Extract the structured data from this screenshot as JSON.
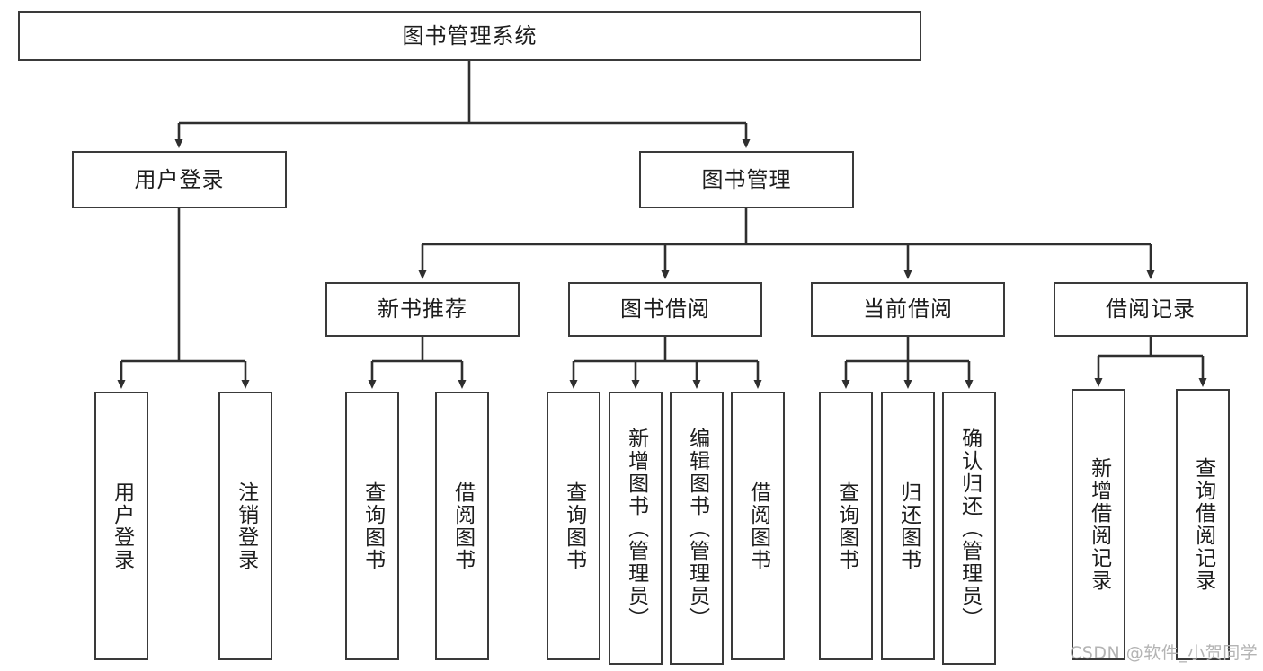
{
  "diagram": {
    "type": "tree-hierarchy",
    "title": "图书管理系统",
    "colors": {
      "box_border": "#3a3a3a",
      "box_fill": "#ffffff",
      "edge": "#2f2f2f",
      "text": "#1d1d1d",
      "watermark": "#b4b4b4"
    },
    "nodes": {
      "root": {
        "label": "图书管理系统",
        "orientation": "horizontal"
      },
      "level2": [
        {
          "id": "user-login",
          "label": "用户登录",
          "orientation": "horizontal"
        },
        {
          "id": "book-manage",
          "label": "图书管理",
          "orientation": "horizontal"
        }
      ],
      "level3": [
        {
          "id": "new-book-recommend",
          "label": "新书推荐",
          "orientation": "horizontal"
        },
        {
          "id": "book-borrow",
          "label": "图书借阅",
          "orientation": "horizontal"
        },
        {
          "id": "current-borrow",
          "label": "当前借阅",
          "orientation": "horizontal"
        },
        {
          "id": "borrow-record",
          "label": "借阅记录",
          "orientation": "horizontal"
        }
      ],
      "leaves": [
        {
          "id": "leaf-user-login",
          "label": "用户登录",
          "parent": "user-login",
          "orientation": "vertical"
        },
        {
          "id": "leaf-logout",
          "label": "注销登录",
          "parent": "user-login",
          "orientation": "vertical"
        },
        {
          "id": "leaf-query-book-1",
          "label": "查询图书",
          "parent": "new-book-recommend",
          "orientation": "vertical"
        },
        {
          "id": "leaf-borrow-book-1",
          "label": "借阅图书",
          "parent": "new-book-recommend",
          "orientation": "vertical"
        },
        {
          "id": "leaf-query-book-2",
          "label": "查询图书",
          "parent": "book-borrow",
          "orientation": "vertical"
        },
        {
          "id": "leaf-add-book",
          "label": "新增图书（管理员）",
          "parent": "book-borrow",
          "orientation": "vertical"
        },
        {
          "id": "leaf-edit-book",
          "label": "编辑图书（管理员）",
          "parent": "book-borrow",
          "orientation": "vertical"
        },
        {
          "id": "leaf-borrow-book-2",
          "label": "借阅图书",
          "parent": "book-borrow",
          "orientation": "vertical"
        },
        {
          "id": "leaf-query-book-3",
          "label": "查询图书",
          "parent": "current-borrow",
          "orientation": "vertical"
        },
        {
          "id": "leaf-return-book",
          "label": "归还图书",
          "parent": "current-borrow",
          "orientation": "vertical"
        },
        {
          "id": "leaf-confirm-return",
          "label": "确认归还（管理员）",
          "parent": "current-borrow",
          "orientation": "vertical"
        },
        {
          "id": "leaf-add-record",
          "label": "新增借阅记录",
          "parent": "borrow-record",
          "orientation": "vertical"
        },
        {
          "id": "leaf-query-record",
          "label": "查询借阅记录",
          "parent": "borrow-record",
          "orientation": "vertical"
        }
      ]
    },
    "watermark": "CSDN @软件_小贺同学"
  }
}
